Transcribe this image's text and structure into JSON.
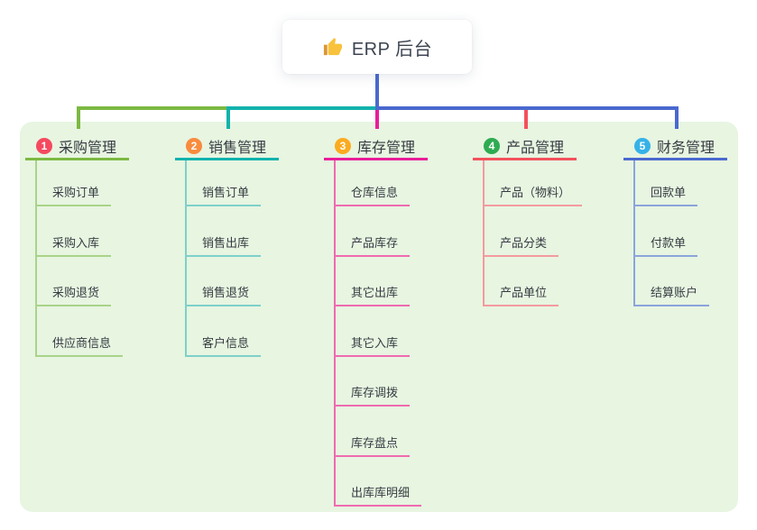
{
  "root": {
    "label": "ERP 后台",
    "icon": "thumbs-up",
    "connector_color": "#4a69cf",
    "card_background": "#ffffff"
  },
  "panel": {
    "background": "#e7f5e1"
  },
  "branches": [
    {
      "number": "1",
      "title": "采购管理",
      "badge_color": "#f5495f",
      "line_color": "#7cb942",
      "child_line_color": "#a9d488",
      "children": [
        "采购订单",
        "采购入库",
        "采购退货",
        "供应商信息"
      ]
    },
    {
      "number": "2",
      "title": "销售管理",
      "badge_color": "#f98b3d",
      "line_color": "#12b2ad",
      "child_line_color": "#7ed0ca",
      "children": [
        "销售订单",
        "销售出库",
        "销售退货",
        "客户信息"
      ]
    },
    {
      "number": "3",
      "title": "库存管理",
      "badge_color": "#fbab1f",
      "line_color": "#e91e99",
      "child_line_color": "#f06ab0",
      "children": [
        "仓库信息",
        "产品库存",
        "其它出库",
        "其它入库",
        "库存调拨",
        "库存盘点",
        "出库库明细"
      ]
    },
    {
      "number": "4",
      "title": "产品管理",
      "badge_color": "#2eab52",
      "line_color": "#f4515c",
      "child_line_color": "#f49a9e",
      "children": [
        "产品（物料）",
        "产品分类",
        "产品单位"
      ]
    },
    {
      "number": "5",
      "title": "财务管理",
      "badge_color": "#35b2e8",
      "line_color": "#4a69cf",
      "child_line_color": "#8ba4dc",
      "children": [
        "回款单",
        "付款单",
        "结算账户"
      ]
    }
  ]
}
